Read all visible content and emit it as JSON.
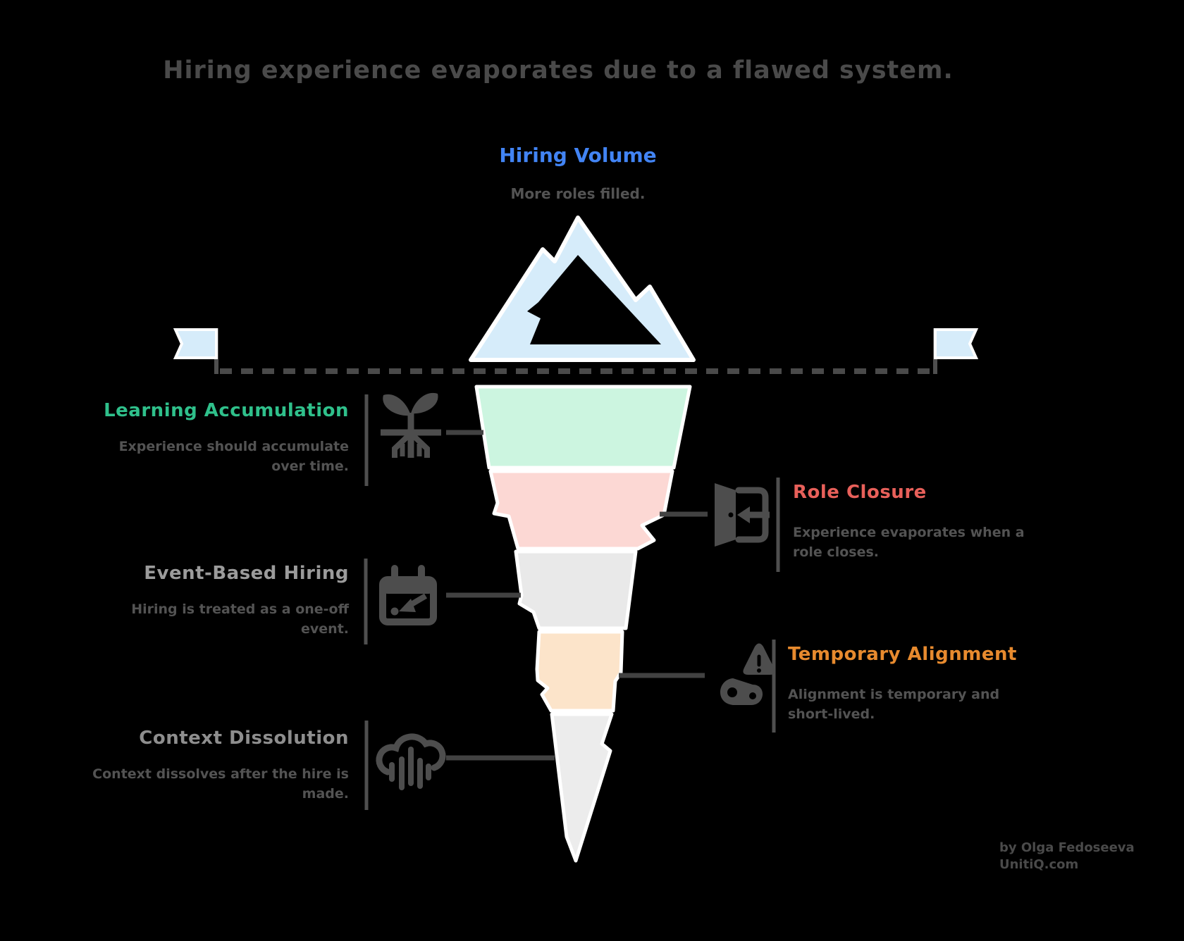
{
  "title": "Hiring experience evaporates due to a flawed system.",
  "top_section": {
    "title": "Hiring Volume",
    "subtitle": "More roles filled.",
    "color": "#4284f4"
  },
  "sections": [
    {
      "title": "Learning Accumulation",
      "subtitle": "Experience should accumulate over time.",
      "color": "#2fc08b",
      "side": "left",
      "icon": "seedling-icon"
    },
    {
      "title": "Role Closure",
      "subtitle": "Experience evaporates when a role closes.",
      "color": "#e8605a",
      "side": "right",
      "icon": "door-exit-icon"
    },
    {
      "title": "Event-Based Hiring",
      "subtitle": "Hiring is treated as a one-off event.",
      "color": "#9b9b9b",
      "side": "left",
      "icon": "calendar-icon"
    },
    {
      "title": "Temporary Alignment",
      "subtitle": "Alignment is temporary and short-lived.",
      "color": "#e78a2e",
      "side": "right",
      "icon": "warning-link-icon"
    },
    {
      "title": "Context Dissolution",
      "subtitle": "Context dissolves after the hire is made.",
      "color": "#8e8e8e",
      "side": "left",
      "icon": "cloud-rain-icon"
    }
  ],
  "iceberg": {
    "colors": {
      "above_water": "#d6ecfa",
      "segment_mint": "#ccf5e0",
      "segment_pink": "#fcd8d4",
      "segment_gray": "#e9e9e9",
      "segment_peach": "#fce4ca",
      "segment_bottom": "#ececec"
    }
  },
  "waterline": {
    "flag_color": "#d6ecfa",
    "line_color": "#4a4a4a"
  },
  "attribution": {
    "line1": "by Olga Fedoseeva",
    "line2": "UnitiQ.com"
  }
}
